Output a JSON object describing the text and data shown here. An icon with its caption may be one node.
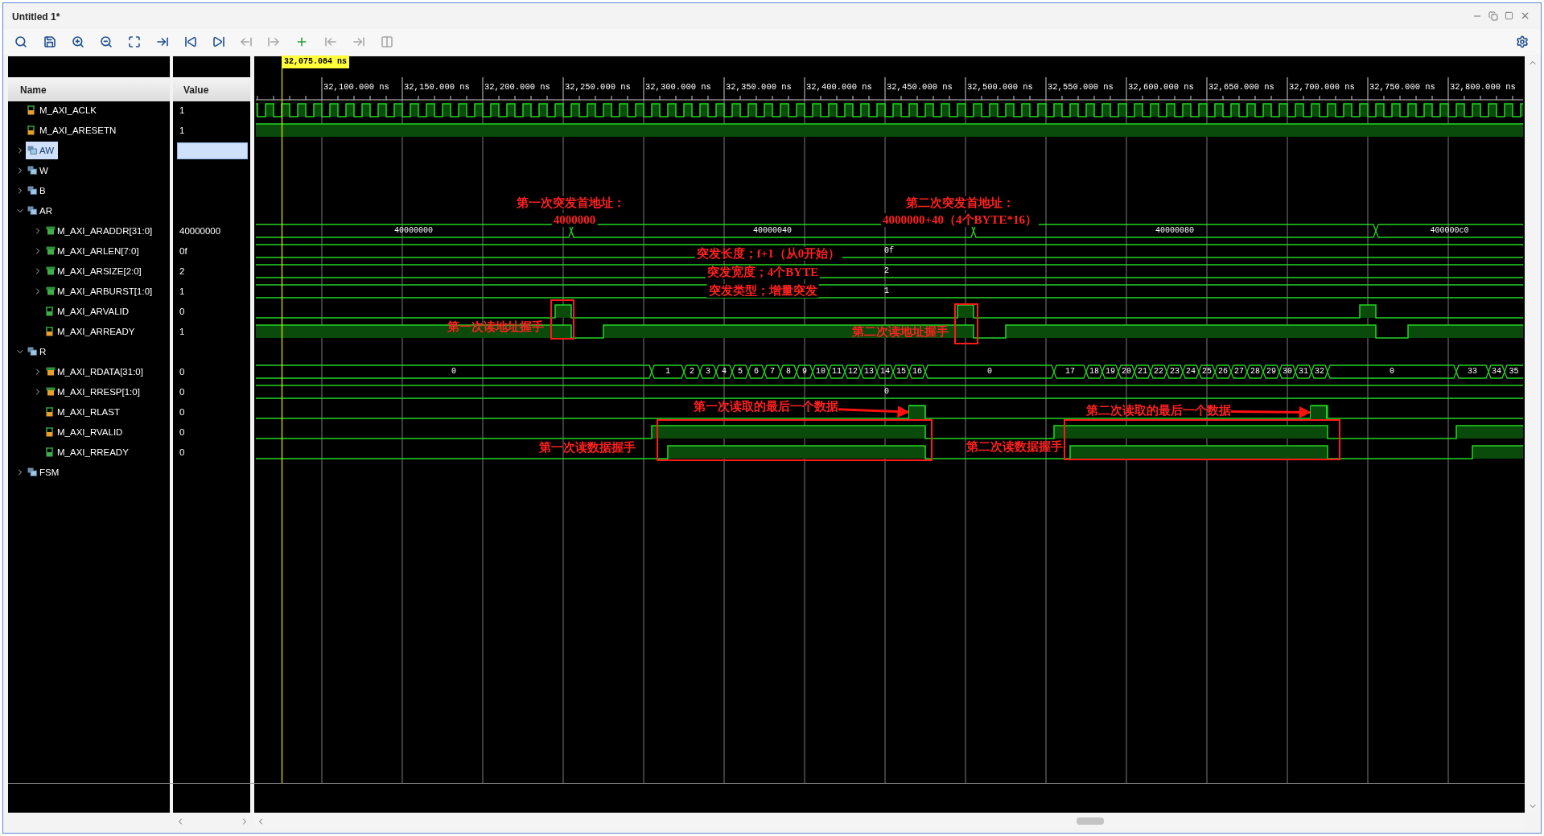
{
  "diagram": {
    "nodes": [
      {
        "text": [],
        "shape": "box",
        "beside": [
          "第一次读地址握手"
        ]
      },
      {
        "text": [],
        "shape": "box",
        "beside": [
          "第二次读地址握手"
        ]
      },
      {
        "text": [],
        "shape": "box",
        "beside": [
          "第一次读数据握手"
        ]
      },
      {
        "text": [],
        "shape": "box",
        "beside": [
          "第二次读数据握手"
        ]
      },
      {
        "text": [
          "第一次读取的最后一个数据"
        ]
      },
      {
        "text": [
          "第二次读取的最后一个数据"
        ]
      },
      {
        "text": [],
        "shape": "bar"
      },
      {
        "text": [],
        "shape": "bar"
      }
    ],
    "edges": [
      {
        "from": 4,
        "to": 6,
        "arrow": "to"
      },
      {
        "from": 5,
        "to": 7,
        "arrow": "to"
      }
    ],
    "labels": [
      "Untitled 1*",
      "Name",
      "Value",
      "M_AXI_ACLK",
      "1",
      "M_AXI_ARESETN",
      "1",
      "AW",
      "W",
      "B",
      "AR",
      "M_AXI_ARADDR[31:0]",
      "40000000",
      "M_AXI_ARLEN[7:0]",
      "0f",
      "M_AXI_ARSIZE[2:0]",
      "2",
      "M_AXI_ARBURST[1:0]",
      "1",
      "M_AXI_ARVALID",
      "0",
      "M_AXI_ARREADY",
      "1",
      "R",
      "M_AXI_RDATA[31:0]",
      "0",
      "M_AXI_RRESP[1:0]",
      "0",
      "M_AXI_RLAST",
      "0",
      "M_AXI_RVALID",
      "0",
      "M_AXI_RREADY",
      "0",
      "FSM",
      "32,075.084 ns",
      "32,100.000 ns",
      "32,150.000 ns",
      "32,200.000 ns",
      "32,250.000 ns",
      "32,300.000 ns",
      "32,350.000 ns",
      "32,400.000 ns",
      "32,450.000 ns",
      "32,500.000 ns",
      "32,550.000 ns",
      "32,600.000 ns",
      "32,650.000 ns",
      "32,700.000 ns",
      "32,750.000 ns",
      "32,800.000 ns",
      "第一次突发首地址：",
      "4000000",
      "第二次突发首地址：",
      "4000000+40（4个BYTE*16）",
      "突发长度；f+1（从0开始）",
      "突发宽度；4个BYTE",
      "突发类型；增量突发",
      "40000000",
      "40000040",
      "40000080",
      "400000c0",
      "0f",
      "2",
      "1",
      "0",
      "1",
      "2",
      "3",
      "4",
      "5",
      "6",
      "7",
      "8",
      "9",
      "10",
      "11",
      "12",
      "13",
      "14",
      "15",
      "16",
      "0",
      "17",
      "18",
      "19",
      "20",
      "21",
      "22",
      "23",
      "24",
      "25",
      "26",
      "27",
      "28",
      "29",
      "30",
      "31",
      "32",
      "0",
      "33",
      "34",
      "35",
      "0"
    ]
  }
}
